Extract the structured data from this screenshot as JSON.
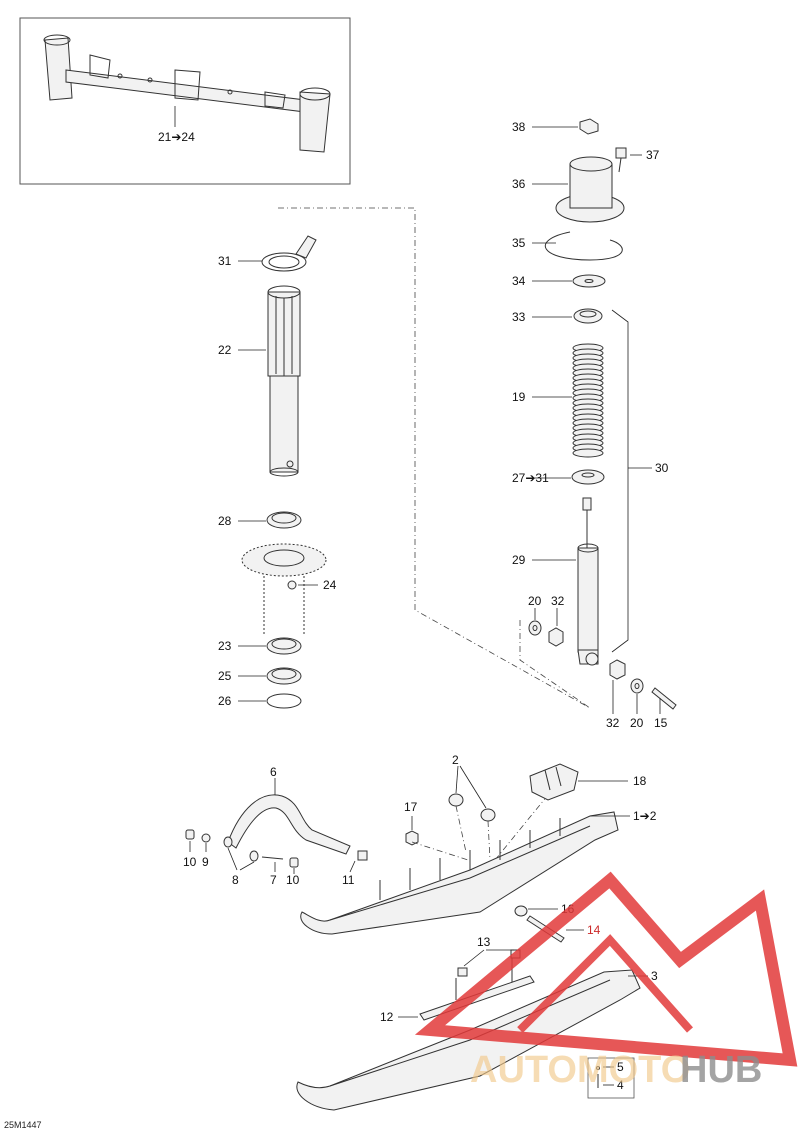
{
  "diagram": {
    "code": "25M1447",
    "labels": [
      {
        "id": "21-24",
        "text": "21➔24"
      },
      {
        "id": "38",
        "text": "38"
      },
      {
        "id": "37",
        "text": "37"
      },
      {
        "id": "36",
        "text": "36"
      },
      {
        "id": "35",
        "text": "35"
      },
      {
        "id": "34",
        "text": "34"
      },
      {
        "id": "33",
        "text": "33"
      },
      {
        "id": "31",
        "text": "31"
      },
      {
        "id": "19",
        "text": "19"
      },
      {
        "id": "30",
        "text": "30"
      },
      {
        "id": "27-31",
        "text": "27➔31"
      },
      {
        "id": "29",
        "text": "29"
      },
      {
        "id": "22",
        "text": "22"
      },
      {
        "id": "28",
        "text": "28"
      },
      {
        "id": "24",
        "text": "24"
      },
      {
        "id": "20a",
        "text": "20"
      },
      {
        "id": "32a",
        "text": "32"
      },
      {
        "id": "23",
        "text": "23"
      },
      {
        "id": "25",
        "text": "25"
      },
      {
        "id": "26",
        "text": "26"
      },
      {
        "id": "32b",
        "text": "32"
      },
      {
        "id": "20b",
        "text": "20"
      },
      {
        "id": "15",
        "text": "15"
      },
      {
        "id": "6",
        "text": "6"
      },
      {
        "id": "2",
        "text": "2"
      },
      {
        "id": "18",
        "text": "18"
      },
      {
        "id": "1-2",
        "text": "1➔2"
      },
      {
        "id": "17",
        "text": "17"
      },
      {
        "id": "10a",
        "text": "10"
      },
      {
        "id": "9",
        "text": "9"
      },
      {
        "id": "8",
        "text": "8"
      },
      {
        "id": "7",
        "text": "7"
      },
      {
        "id": "10b",
        "text": "10"
      },
      {
        "id": "11",
        "text": "11"
      },
      {
        "id": "16",
        "text": "16"
      },
      {
        "id": "14",
        "text": "14"
      },
      {
        "id": "13",
        "text": "13"
      },
      {
        "id": "3",
        "text": "3"
      },
      {
        "id": "12",
        "text": "12"
      },
      {
        "id": "5",
        "text": "5"
      },
      {
        "id": "4",
        "text": "4"
      }
    ]
  },
  "watermark": {
    "auto": "AUTOMOTO",
    "hub": "HUB",
    "colors": {
      "triangle": "#e23a3a",
      "auto": "#f2c98a",
      "hub": "#7a7a7a"
    }
  }
}
